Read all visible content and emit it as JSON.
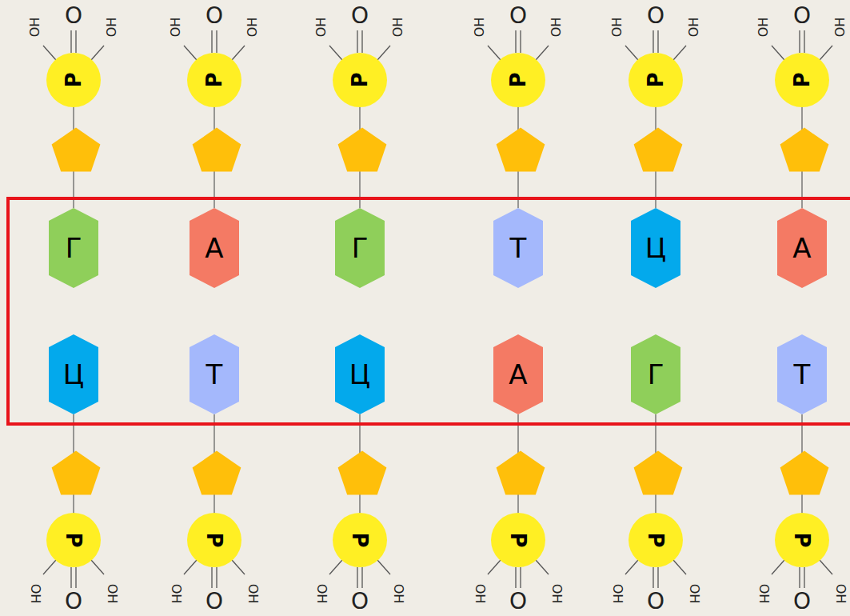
{
  "diagram": {
    "nodes": [
      {
        "text": [
          "P"
        ]
      },
      {
        "text": [
          "P"
        ]
      },
      {
        "text": [
          "P"
        ]
      },
      {
        "text": [
          "P"
        ]
      },
      {
        "text": [
          "P"
        ]
      },
      {
        "text": [
          "P"
        ]
      },
      {
        "text": [
          "Г"
        ]
      },
      {
        "text": [
          "А"
        ]
      },
      {
        "text": [
          "Г"
        ]
      },
      {
        "text": [
          "Т"
        ]
      },
      {
        "text": [
          "Ц"
        ]
      },
      {
        "text": [
          "А"
        ]
      },
      {
        "text": [
          "Ц"
        ]
      },
      {
        "text": [
          "Т"
        ]
      },
      {
        "text": [
          "Ц"
        ]
      },
      {
        "text": [
          "А"
        ]
      },
      {
        "text": [
          "Г"
        ]
      },
      {
        "text": [
          "Т"
        ]
      },
      {
        "text": [
          "P"
        ]
      },
      {
        "text": [
          "P"
        ]
      },
      {
        "text": [
          "P"
        ]
      },
      {
        "text": [
          "P"
        ]
      },
      {
        "text": [
          "P"
        ]
      },
      {
        "text": [
          "P"
        ]
      }
    ],
    "edges": [
      {
        "from": 0,
        "to": 6,
        "arrow": "none"
      },
      {
        "from": 1,
        "to": 7,
        "arrow": "none"
      },
      {
        "from": 2,
        "to": 8,
        "arrow": "none"
      },
      {
        "from": 3,
        "to": 9,
        "arrow": "none"
      },
      {
        "from": 4,
        "to": 10,
        "arrow": "none"
      },
      {
        "from": 5,
        "to": 11,
        "arrow": "none"
      },
      {
        "from": 18,
        "to": 12,
        "arrow": "none"
      },
      {
        "from": 19,
        "to": 13,
        "arrow": "none"
      },
      {
        "from": 20,
        "to": 14,
        "arrow": "none"
      },
      {
        "from": 21,
        "to": 15,
        "arrow": "none"
      },
      {
        "from": 22,
        "to": 16,
        "arrow": "none"
      },
      {
        "from": 23,
        "to": 17,
        "arrow": "none"
      }
    ],
    "labels": [
      "OH",
      "O",
      "OH",
      "OH",
      "O",
      "OH",
      "OH",
      "O",
      "OH",
      "OH",
      "O",
      "OH",
      "OH",
      "O",
      "OH",
      "OH",
      "O",
      "OH",
      "OH",
      "O",
      "OH",
      "OH",
      "O",
      "OH",
      "OH",
      "O",
      "OH",
      "OH",
      "O",
      "OH",
      "OH",
      "O",
      "OH",
      "OH",
      "O",
      "OH"
    ]
  }
}
